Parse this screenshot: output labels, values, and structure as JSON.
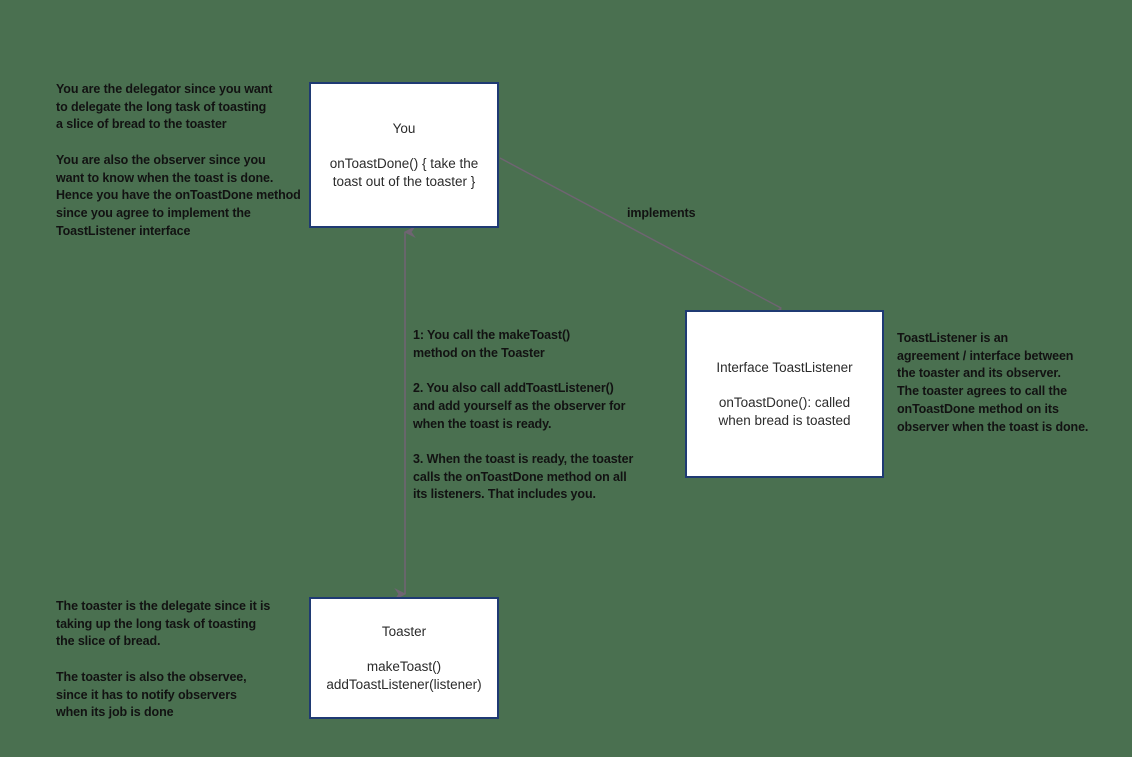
{
  "diagram": {
    "title": "Delegation and Observer pattern toaster diagram",
    "background_color": "#4a7050",
    "box_border_color": "#1f3a73",
    "connector_color": "#6f6472"
  },
  "boxes": {
    "you": {
      "title": "You",
      "body": "onToastDone() { take the\ntoast out of the toaster }"
    },
    "toaster": {
      "title": "Toaster",
      "body": "makeToast()\naddToastListener(listener)"
    },
    "listener": {
      "title": "Interface ToastListener",
      "body": "onToastDone(): called\nwhen bread is toasted"
    }
  },
  "edges": {
    "implements_label": "implements"
  },
  "notes": {
    "top_left": "You are the delegator since you want\nto delegate the long task of toasting\na slice of bread to the toaster\n\nYou are also the observer since you\nwant to know when the toast is done.\nHence you have the onToastDone method\nsince you agree to implement the\nToastListener interface",
    "middle": "1: You call the makeToast()\nmethod on the Toaster\n\n2. You also call addToastListener()\nand add yourself as the observer for\nwhen the toast is ready.\n\n3. When the toast is ready, the toaster\ncalls the onToastDone method on all\nits listeners. That includes you.",
    "right": "ToastListener is an\nagreement / interface between\nthe toaster and its observer.\nThe toaster agrees to call the\nonToastDone method on its\nobserver when the toast is done.",
    "bottom_left": "The toaster is the delegate since it is\ntaking up the long task of toasting\nthe slice of bread.\n\nThe toaster is also the observee,\nsince it has to notify observers\nwhen its job is done"
  }
}
